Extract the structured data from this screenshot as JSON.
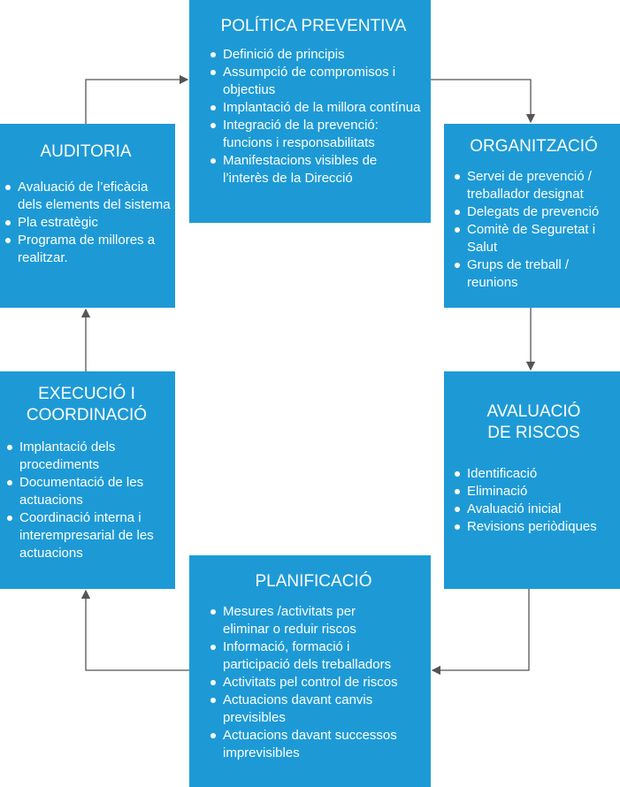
{
  "colors": {
    "box": "#1d9ad6",
    "arrow": "#555555"
  },
  "boxes": {
    "politica": {
      "title": "POLÍTICA PREVENTIVA",
      "items": [
        "Definició de principis",
        "Assumpció de compromisos i objectius",
        "Implantació de la millora contínua",
        "Integració de la prevenció: funcions i responsabilitats",
        "Manifestacions visibles de l’interès de la Direcció"
      ]
    },
    "organitzacio": {
      "title": "ORGANITZACIÓ",
      "items": [
        "Servei de prevenció / treballador designat",
        "Delegats de prevenció",
        "Comitè de Seguretat i Salut",
        "Grups de treball / reunions"
      ]
    },
    "avaluacio": {
      "title": "AVALUACIÓ DE RISCOS",
      "items": [
        "Identificació",
        "Eliminació",
        "Avaluació inicial",
        "Revisions periòdiques"
      ]
    },
    "planificacio": {
      "title": "PLANIFICACIÓ",
      "items": [
        "Mesures /activitats per eliminar o reduir riscos",
        "Informació, formació i participació dels treballadors",
        "Activitats pel control de riscos",
        "Actuacions davant canvis previsibles",
        "Actuacions davant successos imprevisibles"
      ]
    },
    "execucio": {
      "title": "EXECUCIÓ I COORDINACIÓ",
      "items": [
        "Implantació dels procediments",
        "Documentació de les actuacions",
        "Coordinació interna i interempresarial de les actuacions"
      ]
    },
    "auditoria": {
      "title": "AUDITORIA",
      "items": [
        "Avaluació de l’eficàcia dels elements del sistema",
        "Pla estratègic",
        "Programa de millores a realitzar."
      ]
    }
  }
}
